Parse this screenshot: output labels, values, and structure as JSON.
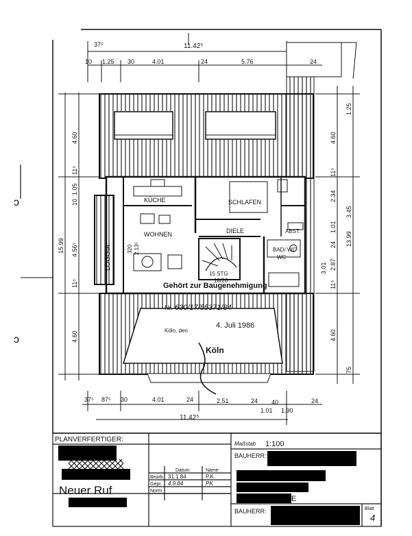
{
  "drawing": {
    "top_dims": {
      "overall": "11.42⁵",
      "chain": [
        "37⁵",
        "10",
        "1.25",
        "30",
        "4.01",
        "24",
        "5.76",
        "24"
      ]
    },
    "bottom_dims": {
      "overall": "11.42⁵",
      "chain": [
        "37⁵",
        "87⁵",
        "30",
        "4.01",
        "24",
        "2.51",
        "24",
        "1.01",
        "40",
        "1.90",
        "24"
      ]
    },
    "left_dims": {
      "overall": "15.99",
      "chain": [
        "4.60",
        "1.05",
        "11⁵",
        "10",
        "4.56⁵",
        "11⁵",
        "4.60"
      ]
    },
    "right_dims": {
      "overall": "13.99",
      "chain": [
        "1.25",
        "4.60",
        "11⁵",
        "2.34",
        "3.45",
        "1.01",
        "3.01",
        "2.87",
        "24",
        "11⁵",
        "4.60",
        "75"
      ]
    },
    "rooms": {
      "kitchen": "KÜCHE",
      "living": "WOHNEN",
      "bedroom": "SCHLAFEN",
      "hall": "DIELE",
      "bath": "BAD/ WC",
      "storage": "ABST.",
      "loggia": "LOGGIA",
      "stair": "15 STG",
      "stair_ratio": "18/26",
      "bath_wc": "WC",
      "living_dim": "320",
      "living_dim2": "2.13⁵"
    },
    "stamp": {
      "line1": "Gehört zur Baugenehmigung",
      "nr_label": "Nr.",
      "nr_value": "630/17/55371/84",
      "date": "4. Juli 1986",
      "city": "Köln",
      "den": "Köln, den"
    }
  },
  "title_block": {
    "planverfertiger_label": "PLANVERFERTIGER:",
    "massstab_label": "Maßstab",
    "massstab_value": "1:100",
    "bauherr_label": "BAUHERR:",
    "bauherr2_label": "BAUHERR:",
    "blatt_label": "Blatt",
    "blatt_value": "4",
    "neuer_ruf": "Neuer Ruf",
    "project_tail": "E",
    "sign_table": {
      "headers": [
        "",
        "Datum",
        "Name"
      ],
      "rows": [
        [
          "Bearb.",
          "31.1.84",
          "P.K."
        ],
        [
          "Gepr.",
          "4.9.84",
          "PK"
        ],
        [
          "Norm",
          "",
          ""
        ]
      ]
    }
  }
}
